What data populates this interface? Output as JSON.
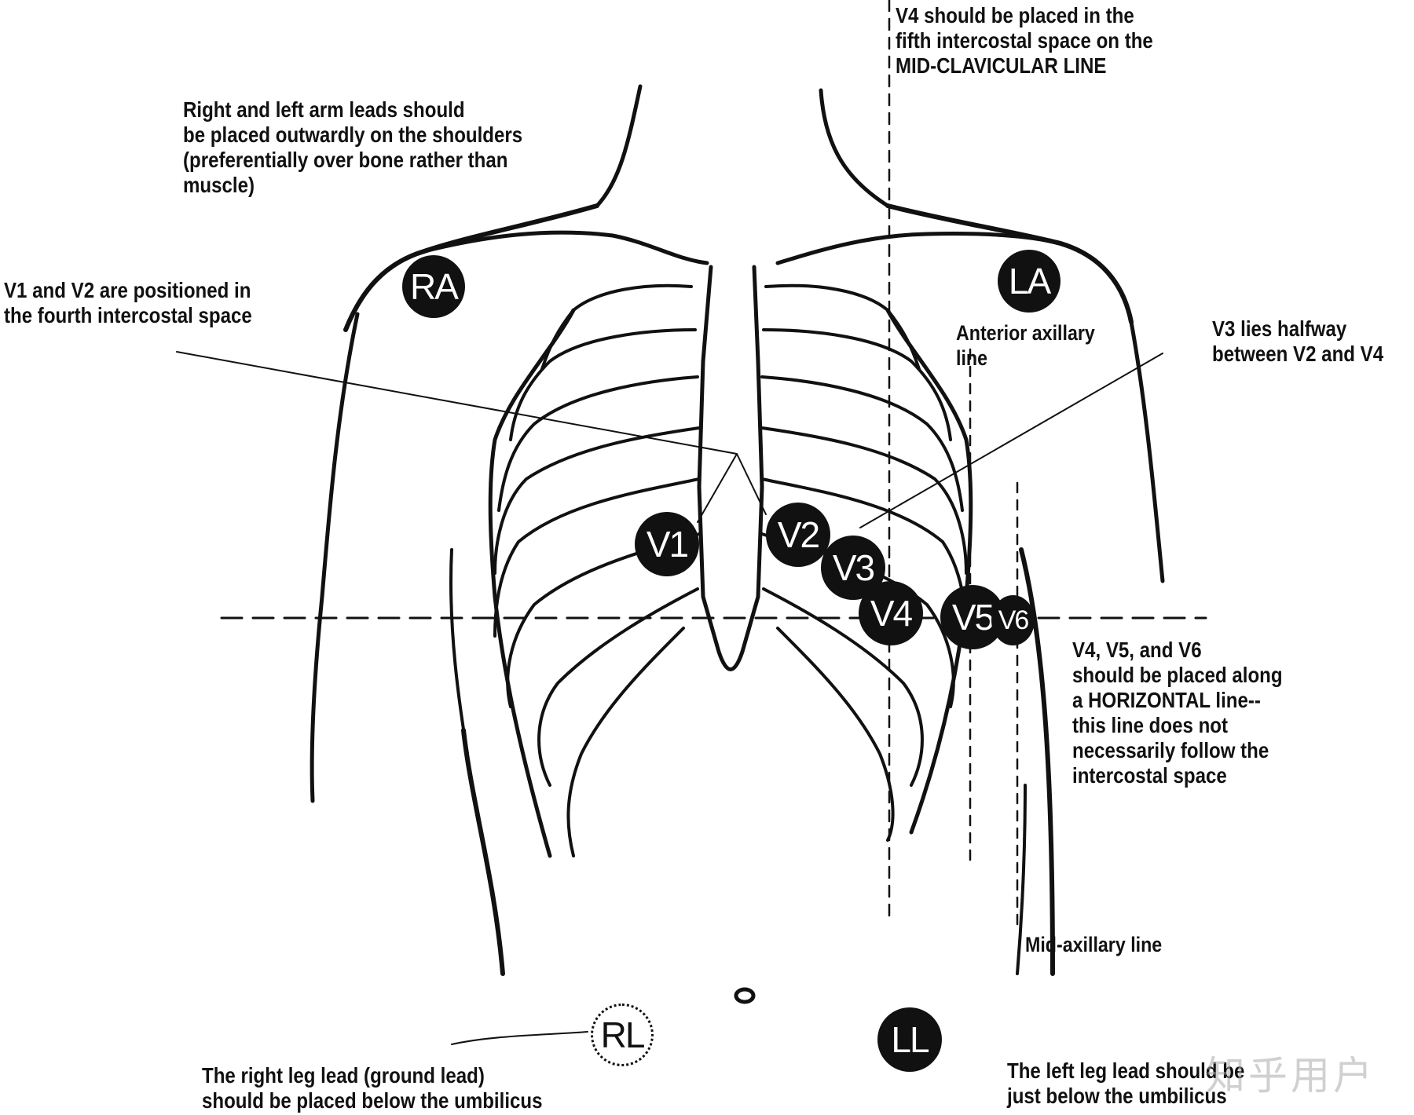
{
  "colors": {
    "ink": "#111111",
    "paper": "#ffffff",
    "watermark": "#aaaaaa"
  },
  "annotations": {
    "v4_position": "V4 should be placed in the\nfifth intercostal space on the\nMID-CLAVICULAR LINE",
    "arm_leads": "Right and left arm leads should\nbe placed outwardly on the shoulders\n(preferentially over bone rather than\nmuscle)",
    "v1_v2": "V1 and V2 are positioned in\nthe fourth intercostal space",
    "anterior_axillary": "Anterior axillary\nline",
    "v3": "V3 lies halfway\nbetween V2 and V4",
    "horizontal_line": "V4, V5, and V6\nshould be placed along\na HORIZONTAL line--\nthis line does not\nnecessarily follow the\nintercostal space",
    "mid_axillary": "Mid-axillary line",
    "right_leg": "The right leg lead (ground lead)\nshould be placed below the umbilicus",
    "left_leg": "The left leg lead should be\njust below the umbilicus"
  },
  "leads": {
    "ra": "RA",
    "la": "LA",
    "v1": "V1",
    "v2": "V2",
    "v3": "V3",
    "v4": "V4",
    "v5": "V5",
    "v6": "V6",
    "rl": "RL",
    "ll": "LL"
  },
  "watermark": "知乎用户"
}
